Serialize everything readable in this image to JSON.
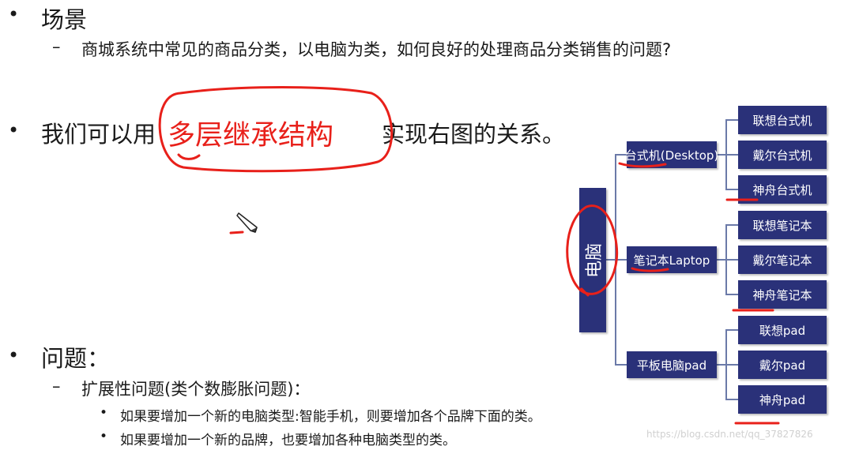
{
  "slide": {
    "scene": {
      "bullet": "•",
      "title": "场景",
      "dash": "–",
      "text": "商城系统中常见的商品分类，以电脑为类，如何良好的处理商品分类销售的问题?"
    },
    "solution": {
      "bullet": "•",
      "before": "我们可以用",
      "highlight": "多层继承结构",
      "after": "实现右图的关系。"
    },
    "problem": {
      "bullet": "•",
      "title": "问题：",
      "dash": "–",
      "subtitle": "扩展性问题(类个数膨胀问题)：",
      "items": [
        {
          "bullet": "•",
          "text": "如果要增加一个新的电脑类型:智能手机，则要增加各个品牌下面的类。"
        },
        {
          "bullet": "•",
          "text": "如果要增加一个新的品牌，也要增加各种电脑类型的类。"
        }
      ]
    }
  },
  "diagram": {
    "root": "电脑",
    "categories": [
      {
        "label": "台式机(Desktop)",
        "children": [
          "联想台式机",
          "戴尔台式机",
          "神舟台式机"
        ]
      },
      {
        "label": "笔记本Laptop",
        "children": [
          "联想笔记本",
          "戴尔笔记本",
          "神舟笔记本"
        ]
      },
      {
        "label": "平板电脑pad",
        "children": [
          "联想pad",
          "戴尔pad",
          "神舟pad"
        ]
      }
    ],
    "box_color": "#2a3179",
    "line_color": "#6b7aa8"
  },
  "annotation_color": "#e8201a",
  "watermark": "https://blog.csdn.net/qq_37827826"
}
